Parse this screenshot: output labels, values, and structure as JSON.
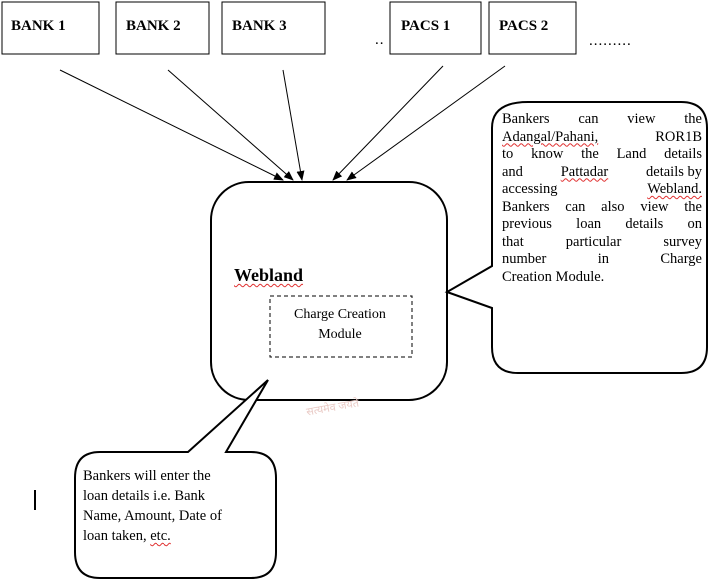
{
  "nodes": [
    {
      "id": "bank1",
      "label": "BANK 1"
    },
    {
      "id": "bank2",
      "label": "BANK 2"
    },
    {
      "id": "bank3",
      "label": "BANK 3"
    },
    {
      "id": "pacs1",
      "label": "PACS 1"
    },
    {
      "id": "pacs2",
      "label": "PACS 2"
    }
  ],
  "ellipsis_small": "..",
  "ellipsis_large": ".........",
  "center": {
    "title": "Webland",
    "module_line1": "Charge Creation",
    "module_line2": "Module"
  },
  "callout_right": {
    "line1": "Bankers can view the",
    "line2_a": "Adangal/Pahani,",
    "line2_b": "ROR1B",
    "line3": "to know the Land details",
    "line4_a": "and",
    "line4_b": "Pattadar",
    "line4_c": "details by",
    "line5_a": "accessing",
    "line5_b": "Webland.",
    "line6": "Bankers can also view the",
    "line7": "previous loan details on",
    "line8": "that particular survey",
    "line9": "number in Charge",
    "line10": "Creation Module."
  },
  "callout_bottom": {
    "line1": "Bankers will enter the",
    "line2": "loan details i.e. Bank",
    "line3": "Name, Amount, Date of",
    "line4_a": "loan taken,",
    "line4_b": "etc."
  },
  "edges": [
    {
      "from": "bank1",
      "to": "center"
    },
    {
      "from": "bank2",
      "to": "center"
    },
    {
      "from": "bank3",
      "to": "center"
    },
    {
      "from": "pacs1",
      "to": "center"
    },
    {
      "from": "pacs2",
      "to": "center"
    }
  ]
}
